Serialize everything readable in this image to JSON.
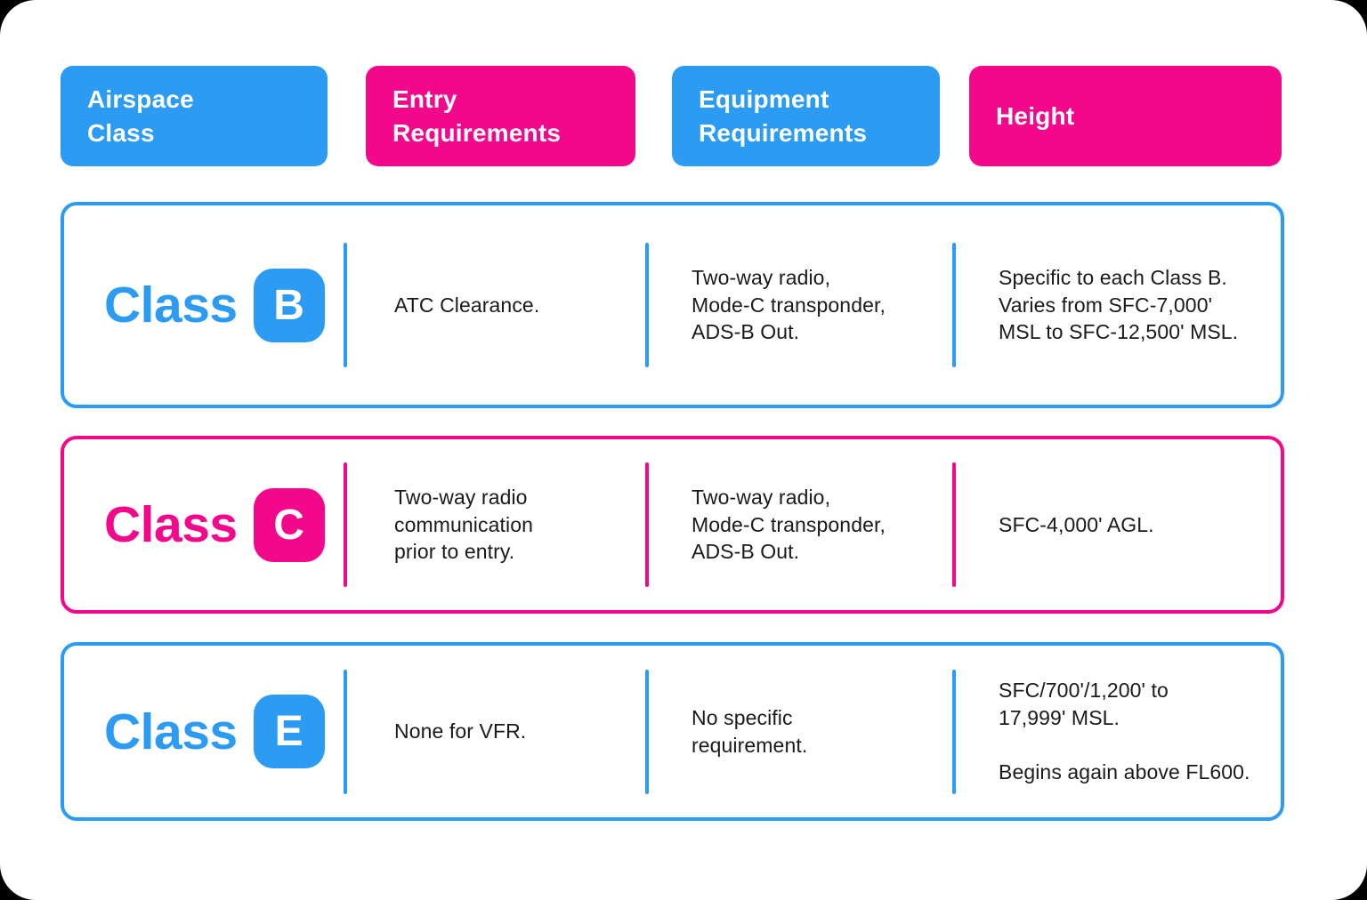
{
  "page": {
    "background_color": "#000000",
    "card_background_color": "#ffffff"
  },
  "colors": {
    "blue_accent": "#2B9BF3",
    "pink_accent": "#F3078B",
    "body_text": "#1a1a1a",
    "header_text": "#ffffff"
  },
  "headers": [
    {
      "label": "Airspace\nClass",
      "accent": "blue"
    },
    {
      "label": "Entry\nRequirements",
      "accent": "pink"
    },
    {
      "label": "Equipment\nRequirements",
      "accent": "blue"
    },
    {
      "label": "Height",
      "accent": "pink"
    }
  ],
  "rows": [
    {
      "class_word": "Class",
      "class_letter": "B",
      "accent": "blue",
      "entry": "ATC Clearance.",
      "equipment": "Two-way radio,\nMode-C transponder,\nADS-B Out.",
      "height": "Specific to each Class B.\nVaries from SFC-7,000'\nMSL to SFC-12,500' MSL."
    },
    {
      "class_word": "Class",
      "class_letter": "C",
      "accent": "pink",
      "entry": "Two-way radio\ncommunication\nprior to entry.",
      "equipment": "Two-way radio,\nMode-C transponder,\nADS-B Out.",
      "height": "SFC-4,000' AGL."
    },
    {
      "class_word": "Class",
      "class_letter": "E",
      "accent": "blue",
      "entry": "None for VFR.",
      "equipment": "No specific\nrequirement.",
      "height": "SFC/700'/1,200' to\n17,999' MSL.\n\nBegins again above FL600."
    }
  ]
}
